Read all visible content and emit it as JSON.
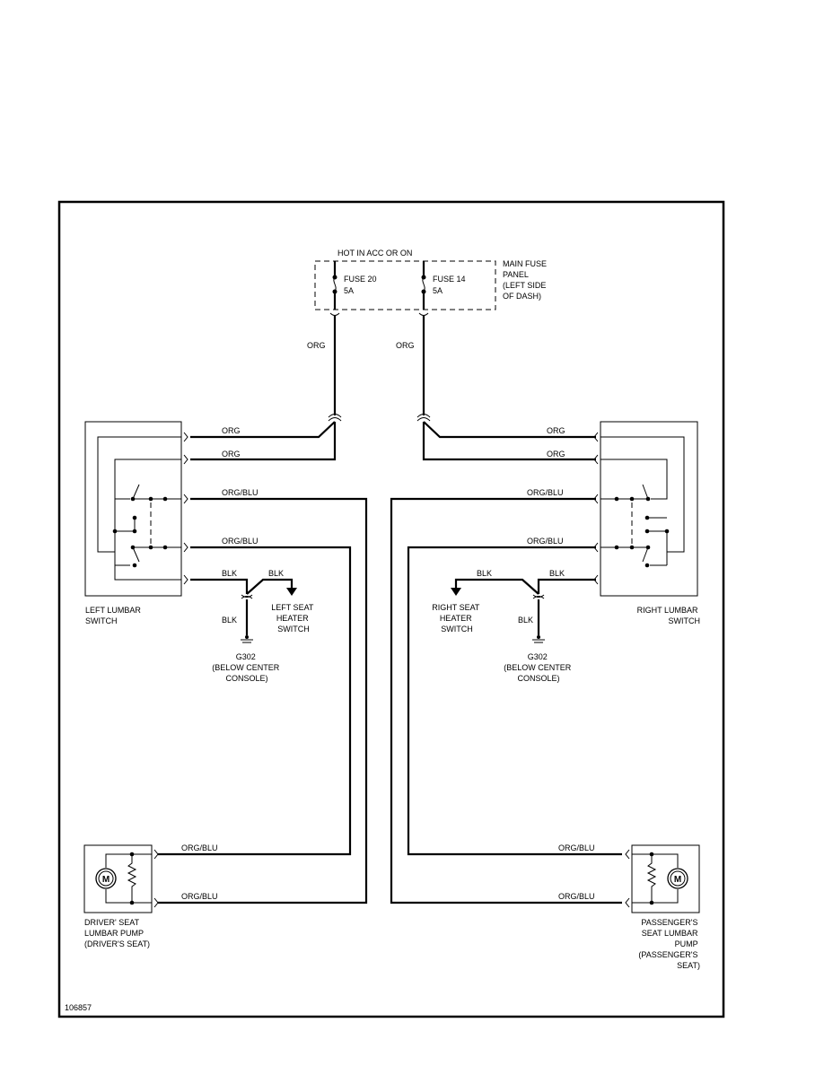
{
  "labels": {
    "hot": "HOT IN ACC OR ON",
    "fuse20": "FUSE 20",
    "fuse20_amp": "5A",
    "fuse14": "FUSE 14",
    "fuse14_amp": "5A",
    "fuse_panel": [
      "MAIN FUSE",
      "PANEL",
      "(LEFT SIDE",
      "OF DASH)"
    ],
    "org": "ORG",
    "org_blu": "ORG/BLU",
    "blk": "BLK",
    "left_switch": [
      "LEFT LUMBAR",
      "SWITCH"
    ],
    "right_switch": [
      "RIGHT LUMBAR",
      "SWITCH"
    ],
    "left_heater": [
      "LEFT SEAT",
      "HEATER",
      "SWITCH"
    ],
    "right_heater": [
      "RIGHT SEAT",
      "HEATER",
      "SWITCH"
    ],
    "ground": [
      "G302",
      "(BELOW CENTER",
      "CONSOLE)"
    ],
    "driver_pump": [
      "DRIVER' SEAT",
      "LUMBAR PUMP",
      "(DRIVER'S SEAT)"
    ],
    "passenger_pump": [
      "PASSENGER'S",
      "SEAT LUMBAR",
      "PUMP",
      "(PASSENGER'S",
      "SEAT)"
    ],
    "motor": "M",
    "figure_id": "106857"
  }
}
